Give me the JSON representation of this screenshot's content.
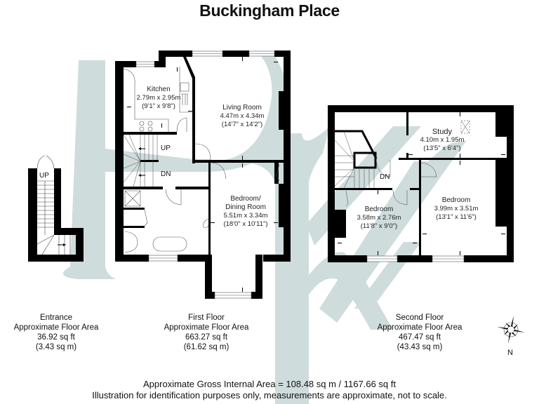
{
  "title": "Buckingham Place",
  "colors": {
    "wall": "#000000",
    "watermark": "#cfdcdc",
    "text": "#111111",
    "background": "#ffffff"
  },
  "watermark": {
    "letters": "PK",
    "icon": "logo-watermark"
  },
  "floors": {
    "entrance": {
      "name": "Entrance",
      "area_label": "Approximate Floor Area",
      "sq_ft": "36.92 sq ft",
      "sq_m": "(3.43 sq m)",
      "stairs": {
        "label": "UP"
      }
    },
    "first": {
      "name": "First Floor",
      "area_label": "Approximate Floor Area",
      "sq_ft": "663.27 sq ft",
      "sq_m": "(61.62 sq m)",
      "stairs": {
        "up": "UP",
        "down": "DN"
      },
      "rooms": [
        {
          "name": "Kitchen",
          "metric": "2.79m x 2.95m",
          "imperial": "(9'1\" x 9'8\")"
        },
        {
          "name": "Living Room",
          "metric": "4.47m x 4.34m",
          "imperial": "(14'7\" x 14'2\")"
        },
        {
          "name": "Bedroom/",
          "name2": "Dining Room",
          "metric": "5.51m x 3.34m",
          "imperial": "(18'0\" x 10'11\")"
        }
      ]
    },
    "second": {
      "name": "Second Floor",
      "area_label": "Approximate Floor Area",
      "sq_ft": "467.47 sq ft",
      "sq_m": "(43.43 sq m)",
      "stairs": {
        "down": "DN"
      },
      "rooms": [
        {
          "name": "Study",
          "metric": "4.10m x 1.95m",
          "imperial": "(13'5\" x 6'4\")"
        },
        {
          "name": "Bedroom",
          "metric": "3.58m x 2.76m",
          "imperial": "(11'8\" x 9'0\")"
        },
        {
          "name": "Bedroom",
          "metric": "3.99m x 3.51m",
          "imperial": "(13'1\" x 11'6\")"
        }
      ]
    }
  },
  "compass": {
    "label": "N",
    "icon": "compass-rose-icon"
  },
  "footer": {
    "gross_area": "Approximate Gross Internal Area = 108.48 sq m / 1167.66 sq ft",
    "disclaimer": "Illustration for identification purposes only, measurements are approximate, not to scale."
  }
}
